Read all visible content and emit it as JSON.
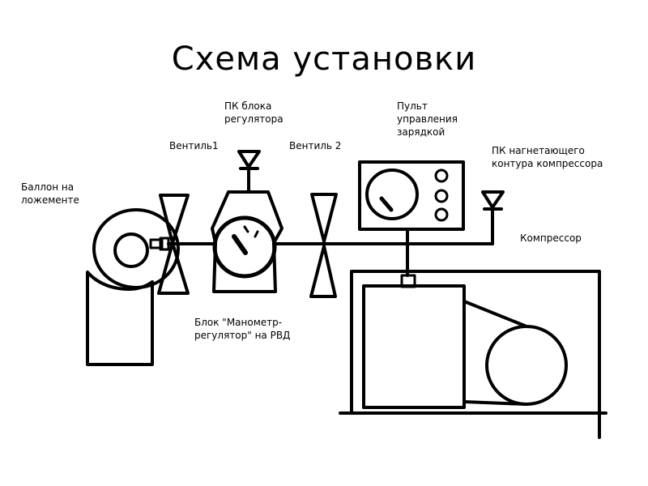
{
  "title": "Схема установки",
  "labels": {
    "balloon": [
      "Баллон на",
      "ложементе"
    ],
    "valve1": "Вентиль1",
    "regulator_pk": [
      "ПК блока",
      "регулятора"
    ],
    "valve2": "Вентиль 2",
    "control_panel": [
      "Пульт",
      "управления",
      "зарядкой"
    ],
    "compressor_pk": [
      "ПК нагнетающего",
      "контура компрессора"
    ],
    "compressor": "Компрессор",
    "manometer_block": [
      "Блок \"Манометр-",
      "регулятор\" на РВД"
    ]
  }
}
